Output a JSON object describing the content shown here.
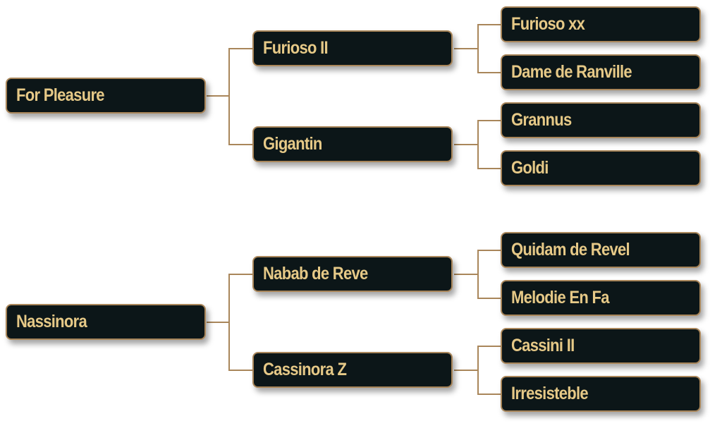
{
  "pedigree": {
    "sire": {
      "name": "For Pleasure",
      "sire": {
        "name": "Furioso II",
        "sire": "Furioso xx",
        "dam": "Dame de Ranville"
      },
      "dam": {
        "name": "Gigantin",
        "sire": "Grannus",
        "dam": "Goldi"
      }
    },
    "dam": {
      "name": "Nassinora",
      "sire": {
        "name": "Nabab de Reve",
        "sire": "Quidam de Revel",
        "dam": "Melodie En Fa"
      },
      "dam": {
        "name": "Cassinora Z",
        "sire": "Cassini II",
        "dam": "Irresisteble"
      }
    }
  }
}
